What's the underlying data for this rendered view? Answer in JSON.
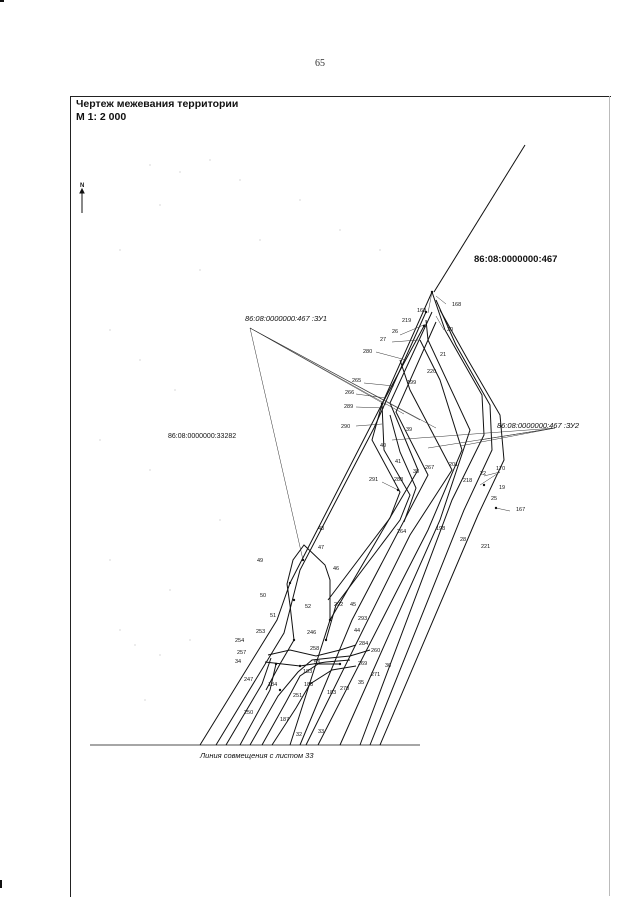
{
  "page_number": "65",
  "title": "Чертеж межевания территории",
  "scale": "М 1: 2 000",
  "north_symbol": "N",
  "labels": {
    "main_parcel": "86:08:0000000:467",
    "zu1": "86:08:0000000:467 :ЗУ1",
    "zu2": "86:08:0000000:467 :ЗУ2",
    "neighbor": "86:08:0000000:33282",
    "junction_line": "Линия совмещения с листом 33"
  },
  "points": [
    "168",
    "169",
    "219",
    "20",
    "26",
    "27",
    "21",
    "280",
    "220",
    "265",
    "199",
    "266",
    "289",
    "39",
    "290",
    "40",
    "201",
    "41",
    "267",
    "38",
    "22",
    "170",
    "218",
    "19",
    "291",
    "288",
    "167",
    "25",
    "264",
    "198",
    "28",
    "221",
    "48",
    "47",
    "49",
    "46",
    "50",
    "52",
    "292",
    "45",
    "51",
    "293",
    "253",
    "246",
    "44",
    "254",
    "258",
    "284",
    "260",
    "257",
    "269",
    "34",
    "53",
    "271",
    "36",
    "247",
    "184",
    "183",
    "188",
    "270",
    "35",
    "251",
    "250",
    "187",
    "32",
    "33"
  ]
}
